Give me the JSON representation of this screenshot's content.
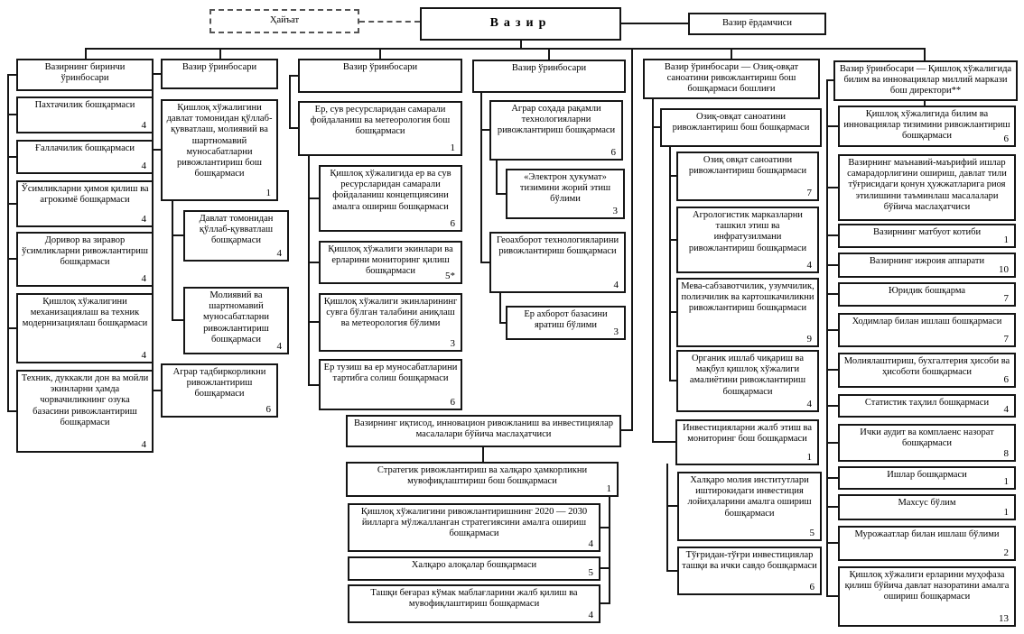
{
  "top": {
    "board_label": "Ҳайъат",
    "minister_label": "Вазир",
    "assistant_label": "Вазир ёрдамчиси"
  },
  "colors": {
    "line": "#151515",
    "background": "#ffffff"
  },
  "columns": [
    {
      "header": "Вазирнинг биринчи ўринбосари",
      "boxes": [
        {
          "label": "Пахтачилик бошқармаси",
          "count": "4"
        },
        {
          "label": "Ғаллачилик бошқармаси",
          "count": "4"
        },
        {
          "label": "Ўсимликларни ҳимоя қилиш ва агрокимё бошқармаси",
          "count": "4"
        },
        {
          "label": "Доривор ва зиравор ўсимликларни ривожлантириш бошқармаси",
          "count": "4"
        },
        {
          "label": "Қишлоқ хўжалигини механизациялаш ва техник модернизациялаш бошқармаси",
          "count": "4"
        },
        {
          "label": "Техник, дуккакли дон ва мойли экинларни ҳамда чорвачиликнинг озука базасини ривожлантириш бошқармаси",
          "count": "4"
        }
      ]
    },
    {
      "header": "Вазир ўринбосари",
      "boxes": [
        {
          "label": "Қишлоқ хўжалигини давлат томонидан қўллаб-қувватлаш, молиявий ва шартномавий муносабатларни ривожлантириш бош бошқармаси",
          "count": "1"
        },
        {
          "label": "Давлат томонидан қўллаб-қувватлаш бошқармаси",
          "count": "4"
        },
        {
          "label": "Молиявий ва шартномавий муносабатларни ривожлантириш бошқармаси",
          "count": "4"
        },
        {
          "label": "Аграр тадбиркорликни ривожлантириш бошқармаси",
          "count": "6"
        }
      ]
    },
    {
      "header": "Вазир ўринбосари",
      "boxes": [
        {
          "label": "Ер, сув ресурсларидан самарали фойдаланиш ва метеорология бош бошқармаси",
          "count": "1"
        },
        {
          "label": "Қишлоқ хўжалигида ер ва сув ресурсларидан самарали фойдаланиш концепциясини амалга ошириш бошқармаси",
          "count": "6"
        },
        {
          "label": "Қишлоқ хўжалиги экинлари ва ерларини мониторинг қилиш бошқармаси",
          "count": "5*"
        },
        {
          "label": "Қишлоқ хўжалиги экинларининг сувга бўлган талабини аниқлаш ва метеорология бўлими",
          "count": "3"
        },
        {
          "label": "Ер тузиш ва ер муносабатларини тартибга солиш бошқармаси",
          "count": "6"
        }
      ]
    },
    {
      "header": "Вазир ўринбосари",
      "boxes": [
        {
          "label": "Аграр соҳада рақамли технологияларни ривожлантириш бошқармаси",
          "count": "6"
        },
        {
          "label": "«Электрон ҳукумат» тизимини жорий этиш бўлими",
          "count": "3"
        },
        {
          "label": "Геоахборот технологияларини ривожлантириш бошқармаси",
          "count": "4"
        },
        {
          "label": "Ер ахборот базасини яратиш бўлими",
          "count": "3"
        }
      ]
    },
    {
      "header": "Вазир ўринбосари — Озиқ-овқат саноатини ривожлантириш бош бошқармаси бошлиғи",
      "boxes": [
        {
          "label": "Озиқ-овқат саноатини ривожлантириш бош бошқармаси"
        },
        {
          "label": "Озиқ овқат саноатини ривожлантириш бошқармаси",
          "count": "7"
        },
        {
          "label": "Агрологистик марказларни ташкил этиш ва инфратузилмани ривожлантириш бошқармаси",
          "count": "4"
        },
        {
          "label": "Мева-сабзавотчилик, узумчилик, полизчилик ва картошкачиликни ривожлантириш бошқармаси",
          "count": "9"
        },
        {
          "label": "Органик ишлаб чиқариш ва мақбул қишлоқ хўжалиги амалиётини ривожлантириш бошқармаси",
          "count": "4"
        },
        {
          "label": "Инвестицияларни жалб этиш ва мониторинг бош бошқармаси",
          "count": "1"
        },
        {
          "label": "Халқаро молия институтлари иштирокидаги инвестиция лойиҳаларини амалга ошириш бошқармаси",
          "count": "5"
        },
        {
          "label": "Тўғридан-тўғри инвестициялар ташқи ва ички савдо бошқармаси",
          "count": "6"
        }
      ]
    },
    {
      "header": "Вазир ўринбосари — Қишлоқ хўжалигида билим ва инновациялар миллий маркази бош директори**",
      "boxes": [
        {
          "label": "Қишлоқ хўжалигида билим ва инновациялар тизимини ривожлантириш бошқармаси",
          "count": "6"
        },
        {
          "label": "Вазирнинг маънавий-маърифий ишлар самарадорлигини ошириш, давлат тили тўғрисидаги қонун ҳужжатларига риоя этилишини таъминлаш масалалари бўйича маслаҳатчиси"
        },
        {
          "label": "Вазирнинг матбуот котиби",
          "count": "1"
        },
        {
          "label": "Вазирнинг ижроия аппарати",
          "count": "10"
        },
        {
          "label": "Юридик бошқарма",
          "count": "7"
        },
        {
          "label": "Ходимлар билан ишлаш бошқармаси",
          "count": "7"
        },
        {
          "label": "Молиялаштириш, бухгалтерия ҳисоби ва ҳисоботи бошқармаси",
          "count": "6"
        },
        {
          "label": "Статистик таҳлил бошқармаси",
          "count": "4"
        },
        {
          "label": "Ички аудит ва комплаенс назорат бошқармаси",
          "count": "8"
        },
        {
          "label": "Ишлар бошқармаси",
          "count": "1"
        },
        {
          "label": "Махсус бўлим",
          "count": "1"
        },
        {
          "label": "Мурожаатлар билан ишлаш бўлими",
          "count": "2"
        },
        {
          "label": "Қишлоқ хўжалиги ерларини муҳофаза қилиш бўйича давлат назоратини амалга ошириш бошқармаси",
          "count": "13"
        }
      ]
    }
  ],
  "center": {
    "advisor": {
      "label": "Вазирнинг иқтисод, инновацион ривожланиш ва инвестициялар масалалари бўйича маслаҳатчиси"
    },
    "boxes": [
      {
        "label": "Стратегик ривожлантириш ва халқаро ҳамкорликни мувофиқлаштириш бош бошқармаси",
        "count": "1"
      },
      {
        "label": "Қишлоқ хўжалигини ривожлантиришнинг 2020 — 2030 йилларга мўлжалланган стратегиясини амалга ошириш бошқармаси",
        "count": "4"
      },
      {
        "label": "Халқаро алоқалар бошқармаси",
        "count": "5"
      },
      {
        "label": "Ташқи беғараз кўмак маблағларини жалб қилиш ва мувофиқлаштириш бошқармаси",
        "count": "4"
      }
    ]
  }
}
